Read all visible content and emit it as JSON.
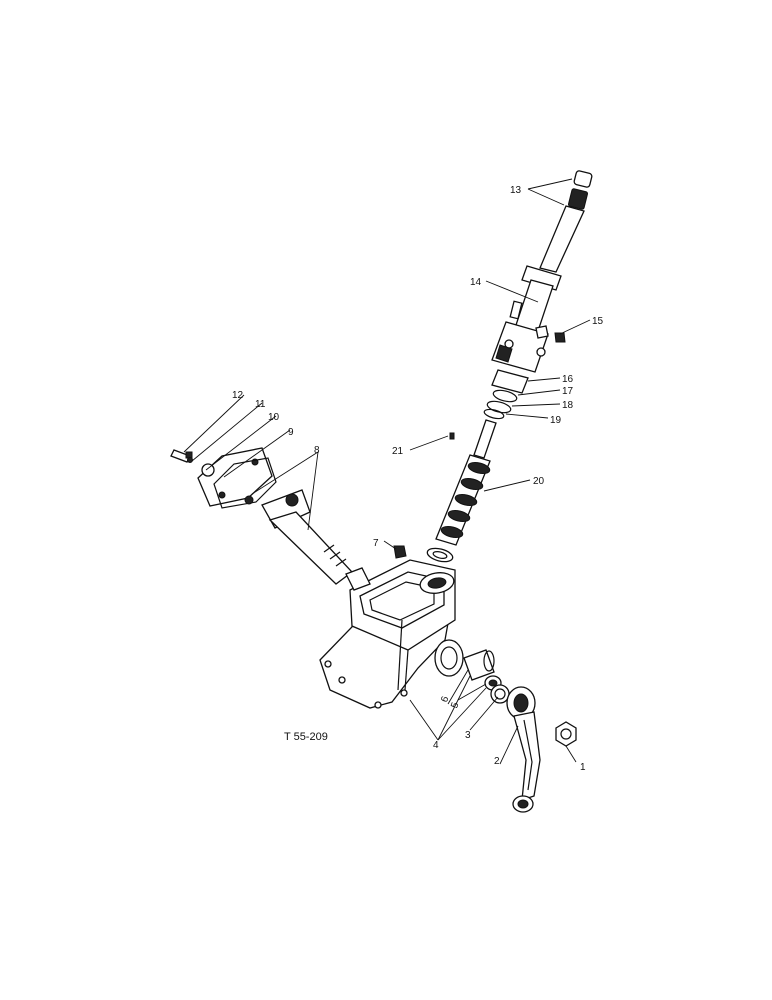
{
  "drawing_code": "T 55-209",
  "callouts": [
    "1",
    "2",
    "3",
    "4",
    "5",
    "6",
    "7",
    "8",
    "9",
    "10",
    "11",
    "12",
    "13",
    "14",
    "15",
    "16",
    "17",
    "18",
    "19",
    "20",
    "21"
  ]
}
